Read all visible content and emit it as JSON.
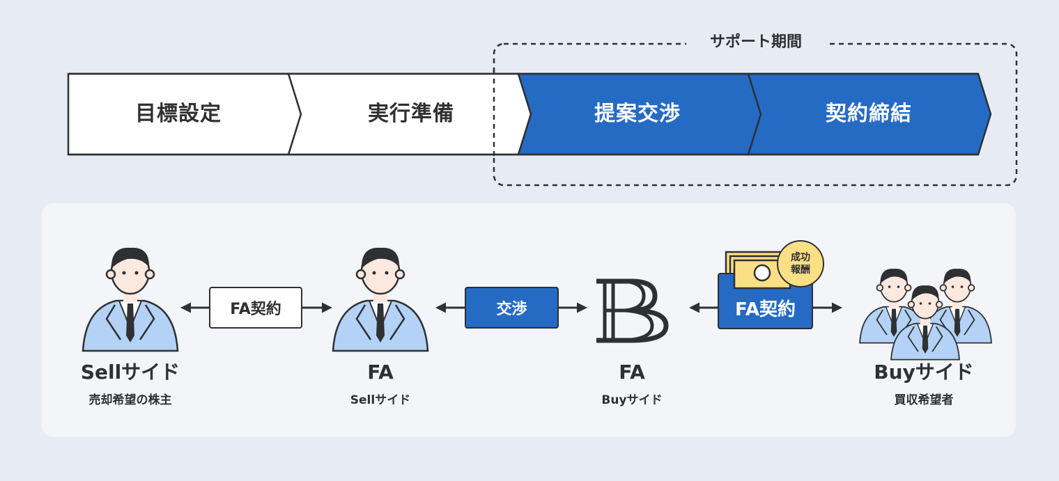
{
  "colors": {
    "background": "#e7ebf3",
    "panel": "#f3f5f8",
    "accent_blue": "#256bc4",
    "stroke": "#2f3033",
    "suit": "#b3d2f5",
    "skin": "#fbe9e0",
    "money": "#fbdf85"
  },
  "process": {
    "stages": [
      {
        "label": "目標設定",
        "active": false
      },
      {
        "label": "実行準備",
        "active": false
      },
      {
        "label": "提案交渉",
        "active": true
      },
      {
        "label": "契約締結",
        "active": true
      }
    ],
    "support_period_label": "サポート期間"
  },
  "parties": [
    {
      "id": "seller",
      "name": "Sellサイド",
      "sub": "売却希望の株主",
      "icon": "businessman-icon"
    },
    {
      "id": "fa_sell",
      "name": "FA",
      "sub": "Sellサイド",
      "icon": "businessman-icon"
    },
    {
      "id": "fa_buy",
      "name": "FA",
      "sub": "Buyサイド",
      "icon": "bb-logo-icon"
    },
    {
      "id": "buyer",
      "name": "Buyサイド",
      "sub": "買収希望者",
      "icon": "group-of-people-icon"
    }
  ],
  "relations": [
    {
      "label": "FA契約",
      "style": "white"
    },
    {
      "label": "交渉",
      "style": "blue"
    },
    {
      "label": "FA契約",
      "style": "blue",
      "badge": [
        "成功",
        "報酬"
      ],
      "icon": "money-bills-icon"
    }
  ]
}
